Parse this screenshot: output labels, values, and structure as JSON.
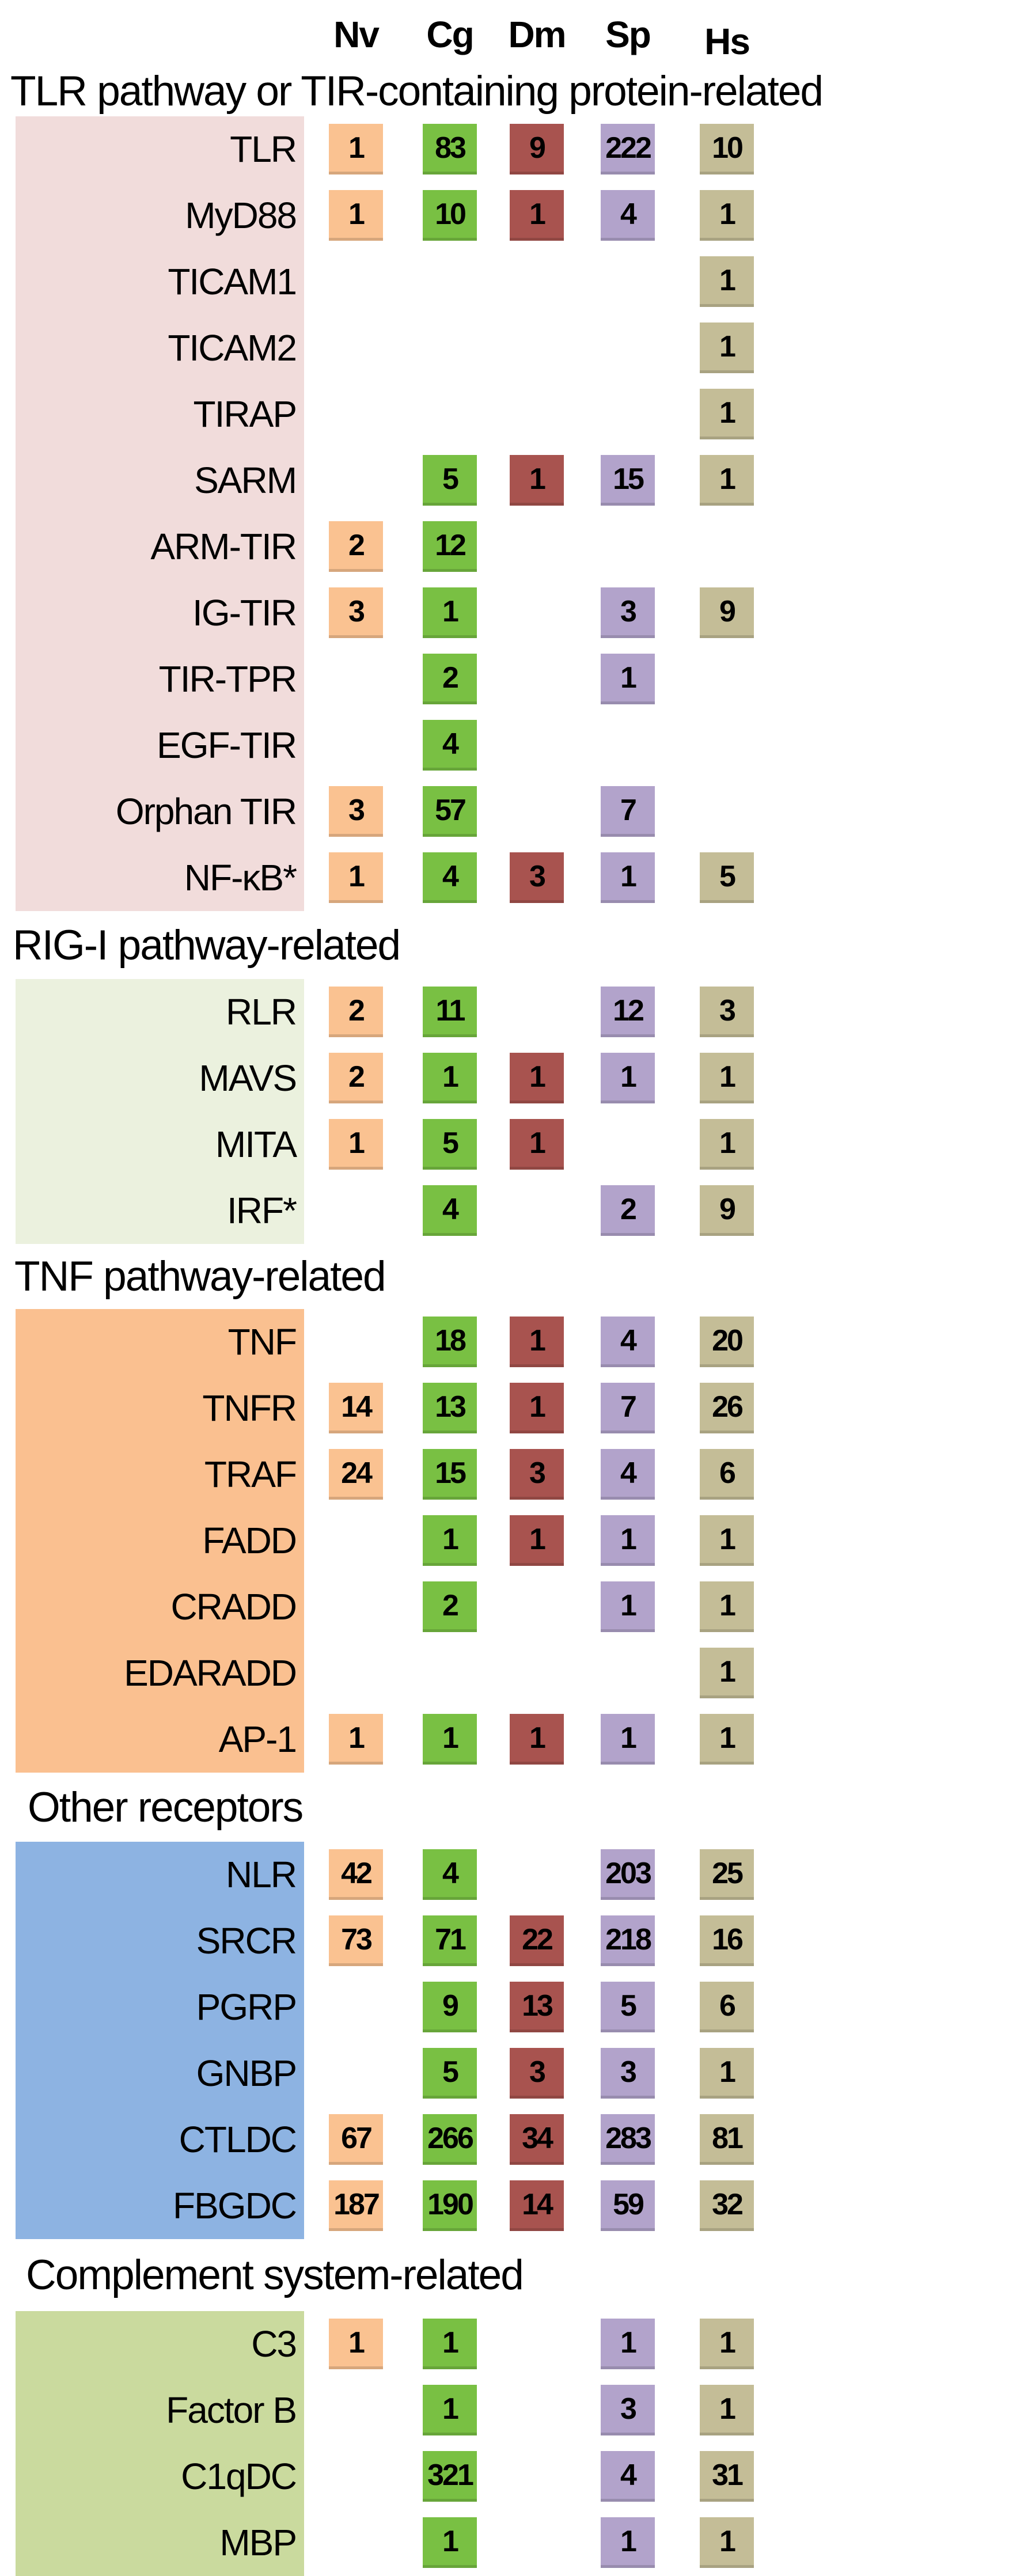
{
  "figure": {
    "column_colors": {
      "Nv": "#FAC291",
      "Cg": "#79C043",
      "Dm": "#A8534F",
      "Sp": "#B2A3CB",
      "Hs": "#C4BD97"
    },
    "section_colors": [
      "#F1DCDB",
      "#EBF1DE",
      "#FAC090",
      "#8DB3E2",
      "#CADA9E"
    ]
  },
  "chart_data": {
    "type": "heatmap",
    "title": "",
    "columns": [
      "Nv",
      "Cg",
      "Dm",
      "Sp",
      "Hs"
    ],
    "legend_position": "none",
    "grid": false,
    "groups": [
      {
        "title": "TLR pathway or TIR-containing protein-related",
        "rows": [
          {
            "label": "TLR",
            "values": [
              1,
              83,
              9,
              222,
              10
            ]
          },
          {
            "label": "MyD88",
            "values": [
              1,
              10,
              1,
              4,
              1
            ]
          },
          {
            "label": "TICAM1",
            "values": [
              null,
              null,
              null,
              null,
              1
            ]
          },
          {
            "label": "TICAM2",
            "values": [
              null,
              null,
              null,
              null,
              1
            ]
          },
          {
            "label": "TIRAP",
            "values": [
              null,
              null,
              null,
              null,
              1
            ]
          },
          {
            "label": "SARM",
            "values": [
              null,
              5,
              1,
              15,
              1
            ]
          },
          {
            "label": "ARM-TIR",
            "values": [
              2,
              12,
              null,
              null,
              null
            ]
          },
          {
            "label": "IG-TIR",
            "values": [
              3,
              1,
              null,
              3,
              9
            ]
          },
          {
            "label": "TIR-TPR",
            "values": [
              null,
              2,
              null,
              1,
              null
            ]
          },
          {
            "label": "EGF-TIR",
            "values": [
              null,
              4,
              null,
              null,
              null
            ]
          },
          {
            "label": "Orphan TIR",
            "values": [
              3,
              57,
              null,
              7,
              null
            ]
          },
          {
            "label": "NF-κB*",
            "values": [
              1,
              4,
              3,
              1,
              5
            ]
          }
        ]
      },
      {
        "title": "RIG-I pathway-related",
        "rows": [
          {
            "label": "RLR",
            "values": [
              2,
              11,
              null,
              12,
              3
            ]
          },
          {
            "label": "MAVS",
            "values": [
              2,
              1,
              1,
              1,
              1
            ]
          },
          {
            "label": "MITA",
            "values": [
              1,
              5,
              1,
              null,
              1
            ]
          },
          {
            "label": "IRF*",
            "values": [
              null,
              4,
              null,
              2,
              9
            ]
          }
        ]
      },
      {
        "title": "TNF pathway-related",
        "rows": [
          {
            "label": "TNF",
            "values": [
              null,
              18,
              1,
              4,
              20
            ]
          },
          {
            "label": "TNFR",
            "values": [
              14,
              13,
              1,
              7,
              26
            ]
          },
          {
            "label": "TRAF",
            "values": [
              24,
              15,
              3,
              4,
              6
            ]
          },
          {
            "label": "FADD",
            "values": [
              null,
              1,
              1,
              1,
              1
            ]
          },
          {
            "label": "CRADD",
            "values": [
              null,
              2,
              null,
              1,
              1
            ]
          },
          {
            "label": "EDARADD",
            "values": [
              null,
              null,
              null,
              null,
              1
            ]
          },
          {
            "label": "AP-1",
            "values": [
              1,
              1,
              1,
              1,
              1
            ]
          }
        ]
      },
      {
        "title": "Other receptors",
        "rows": [
          {
            "label": "NLR",
            "values": [
              42,
              4,
              null,
              203,
              25
            ]
          },
          {
            "label": "SRCR",
            "values": [
              73,
              71,
              22,
              218,
              16
            ]
          },
          {
            "label": "PGRP",
            "values": [
              null,
              9,
              13,
              5,
              6
            ]
          },
          {
            "label": "GNBP",
            "values": [
              null,
              5,
              3,
              3,
              1
            ]
          },
          {
            "label": "CTLDC",
            "values": [
              67,
              266,
              34,
              283,
              81
            ]
          },
          {
            "label": "FBGDC",
            "values": [
              187,
              190,
              14,
              59,
              32
            ]
          }
        ]
      },
      {
        "title": "Complement system-related",
        "rows": [
          {
            "label": "C3",
            "values": [
              1,
              1,
              null,
              1,
              1
            ]
          },
          {
            "label": "Factor B",
            "values": [
              null,
              1,
              null,
              3,
              1
            ]
          },
          {
            "label": "C1qDC",
            "values": [
              null,
              321,
              null,
              4,
              31
            ]
          },
          {
            "label": "MBP",
            "values": [
              null,
              1,
              null,
              1,
              1
            ]
          }
        ]
      }
    ]
  }
}
